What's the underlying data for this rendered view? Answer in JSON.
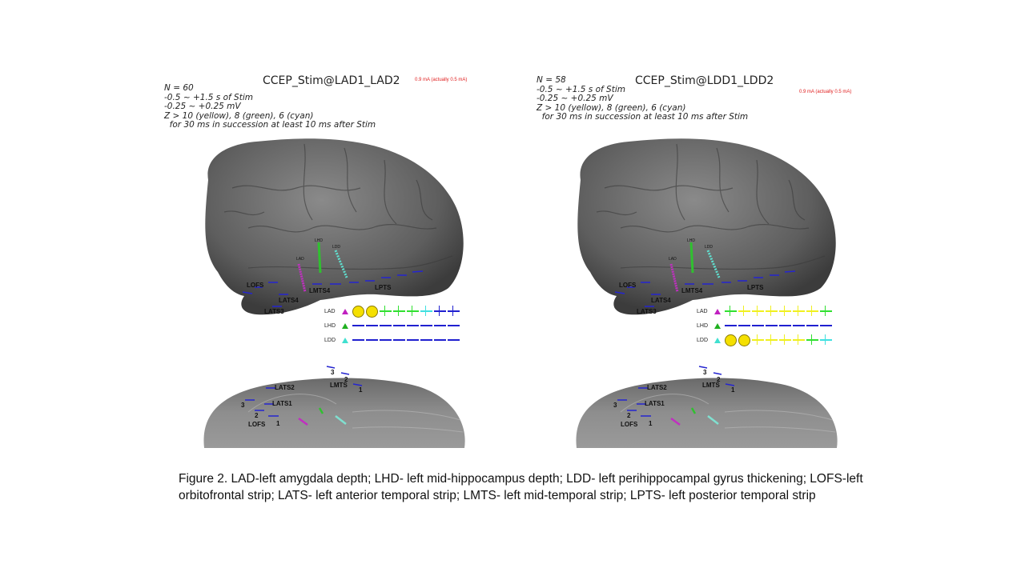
{
  "panels": [
    {
      "title": "CCEP_Stim@LAD1_LAD2",
      "note": "0.9 mA (actually 0.5 mA)",
      "info": [
        "N = 60",
        "-0.5 ~ +1.5 s of Stim",
        "-0.25 ~ +0.25 mV",
        "Z > 10 (yellow), 8 (green), 6 (cyan)",
        "  for 30 ms in succession at least 10 ms after Stim"
      ],
      "labels_top": {
        "lhd": "LHD",
        "ldd": "LDD",
        "lad": "LAD",
        "lofs": "LOFS",
        "lats4": "LATS4",
        "lats3": "LATS3",
        "lmts4": "LMTS4",
        "lpts": "LPTS"
      },
      "labels_bottom": {
        "lats2": "LATS2",
        "lats1": "LATS1",
        "lofs": "LOFS",
        "lmts": "LMTS",
        "n3": "3",
        "n2": "2",
        "n1": "1",
        "m1": "1",
        "m2": "2",
        "m3": "3"
      },
      "legend": [
        {
          "name": "LAD",
          "marker": "#c020c0",
          "cells": [
            "circle",
            "circle",
            "#30e030",
            "#30e030",
            "#30e030",
            "#40e0e0",
            "#2020d0",
            "#2020d0"
          ]
        },
        {
          "name": "LHD",
          "marker": "#20b020",
          "cells": [
            "#2020d0",
            "#2020d0",
            "#2020d0",
            "#2020d0",
            "#2020d0",
            "#2020d0",
            "#2020d0",
            "#2020d0"
          ]
        },
        {
          "name": "LDD",
          "marker": "#40e0d0",
          "cells": [
            "#2020d0",
            "#2020d0",
            "#2020d0",
            "#2020d0",
            "#2020d0",
            "#2020d0",
            "#2020d0",
            "#2020d0"
          ]
        }
      ]
    },
    {
      "title": "CCEP_Stim@LDD1_LDD2",
      "note": "0.9 mA (actually 0.5 mA)",
      "info": [
        "N = 58",
        "-0.5 ~ +1.5 s of Stim",
        "-0.25 ~ +0.25 mV",
        "Z > 10 (yellow), 8 (green), 6 (cyan)",
        "  for 30 ms in succession at least 10 ms after Stim"
      ],
      "labels_top": {
        "lhd": "LHD",
        "ldd": "LDD",
        "lad": "LAD",
        "lofs": "LOFS",
        "lats4": "LATS4",
        "lats3": "LATS3",
        "lmts4": "LMTS4",
        "lpts": "LPTS"
      },
      "labels_bottom": {
        "lats2": "LATS2",
        "lats1": "LATS1",
        "lofs": "LOFS",
        "lmts": "LMTS",
        "n3": "3",
        "n2": "2",
        "n1": "1",
        "m1": "1",
        "m2": "2",
        "m3": "3"
      },
      "legend": [
        {
          "name": "LAD",
          "marker": "#c020c0",
          "cells": [
            "#30e030",
            "#f0f020",
            "#f0f020",
            "#f0f020",
            "#f0f020",
            "#f0f020",
            "#f0f020",
            "#30e030"
          ]
        },
        {
          "name": "LHD",
          "marker": "#20b020",
          "cells": [
            "#2020d0",
            "#2020d0",
            "#2020d0",
            "#2020d0",
            "#2020d0",
            "#2020d0",
            "#2020d0",
            "#2020d0"
          ]
        },
        {
          "name": "LDD",
          "marker": "#40e0d0",
          "cells": [
            "circle",
            "circle",
            "#f0f020",
            "#f0f020",
            "#f0f020",
            "#f0f020",
            "#30e030",
            "#40e0e0"
          ]
        }
      ]
    }
  ],
  "caption": "Figure 2. LAD-left amygdala depth; LHD- left mid-hippocampus depth; LDD- left perihippocampal gyrus thickening; LOFS-left orbitofrontal strip; LATS- left anterior temporal strip; LMTS- left mid-temporal strip; LPTS- left posterior temporal strip"
}
